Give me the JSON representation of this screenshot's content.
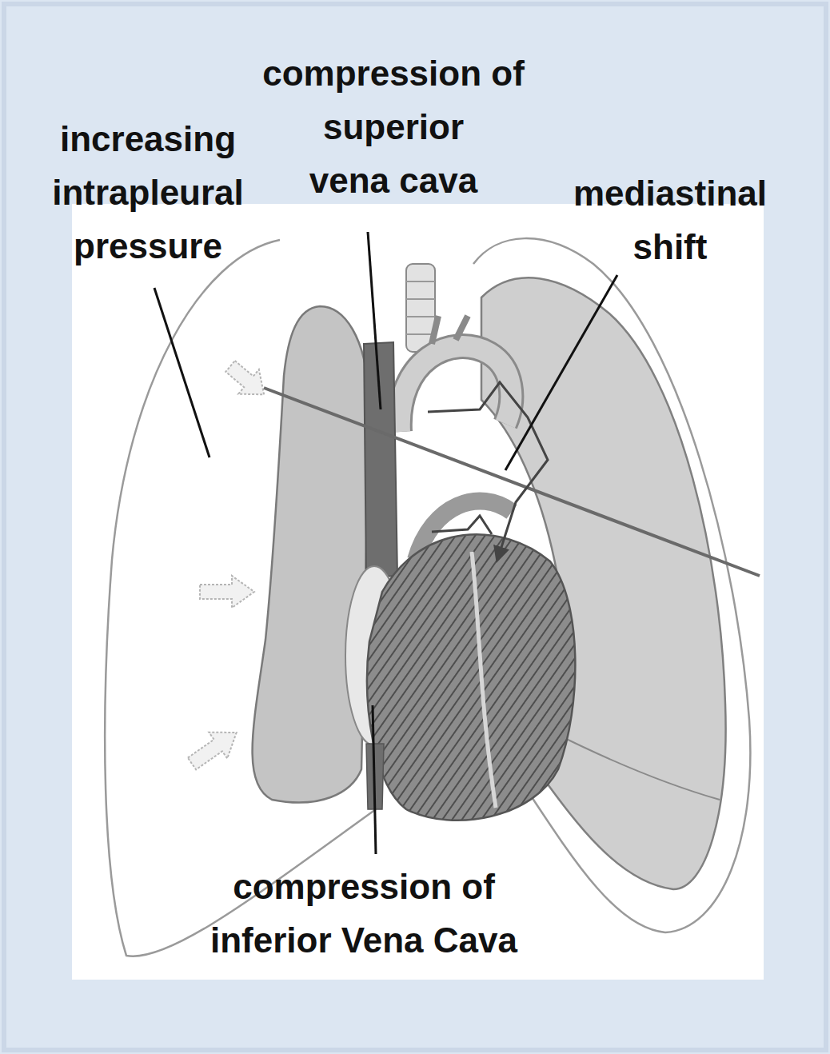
{
  "diagram": {
    "labels": [
      "increasing intrapleural pressure",
      "compression of superior vena cava",
      "mediastinal shift",
      "compression of inferior Vena Cava"
    ]
  }
}
